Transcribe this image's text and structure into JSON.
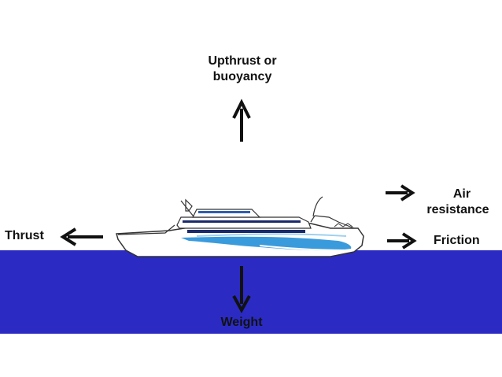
{
  "forces": {
    "upthrust_line1": "Upthrust or",
    "upthrust_line2": "buoyancy",
    "thrust": "Thrust",
    "air_line1": "Air",
    "air_line2": "resistance",
    "friction": "Friction",
    "weight": "Weight"
  },
  "colors": {
    "water": "#2b2bc4",
    "ship_hull": "#ffffff",
    "ship_stripe": "#3a9bdc",
    "arrow": "#111111"
  }
}
